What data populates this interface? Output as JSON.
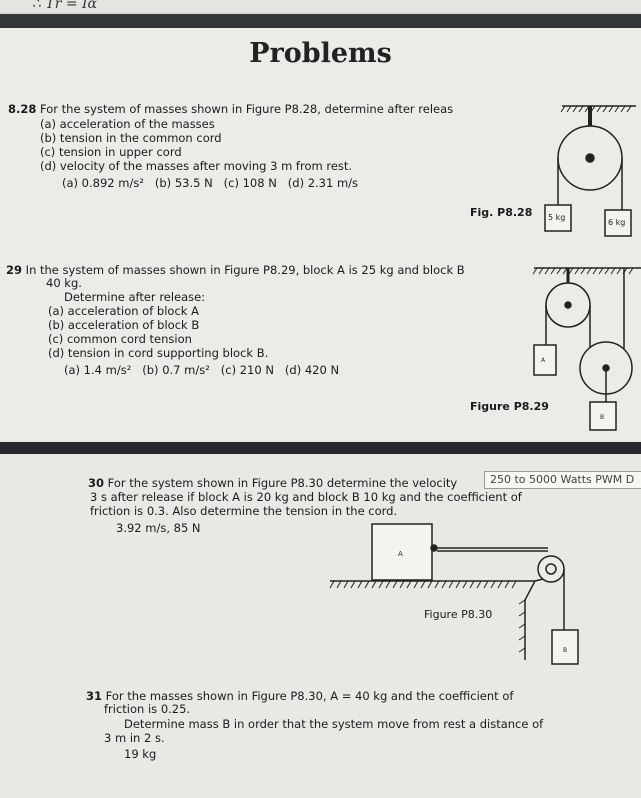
{
  "header": {
    "equation": "∴ Tr = Iα"
  },
  "page_title": "Problems",
  "p828": {
    "number": "8.28",
    "stem": "For the system of masses shown in Figure P8.28, determine after releas",
    "a": "(a) acceleration of the masses",
    "b": "(b) tension in the common cord",
    "c": "(c) tension in upper cord",
    "d": "(d) velocity of the masses after moving 3 m from rest.",
    "answers": "(a) 0.892 m/s²   (b) 53.5 N   (c) 108 N   (d) 2.31 m/s",
    "fig_label": "Fig. P8.28",
    "mass1": "5 kg",
    "mass2": "6 kg"
  },
  "p829": {
    "number": "29",
    "stem": "In the system of masses shown in Figure P8.29, block A is 25 kg and block B",
    "stem2": "40 kg.",
    "det": "Determine after release:",
    "a": "(a) acceleration of block A",
    "b": "(b) acceleration of block B",
    "c": "(c) common cord tension",
    "d": "(d) tension in cord supporting block B.",
    "answers": "(a) 1.4 m/s²   (b) 0.7 m/s²   (c) 210 N   (d) 420 N",
    "fig_label": "Figure P8.29",
    "block_a": "A",
    "block_b": "B"
  },
  "p830": {
    "number": "30",
    "line1": "For the system shown in Figure P8.30 determine the velocity",
    "line2": "3 s after release if block A is 20 kg and block B 10 kg and the coefficient of",
    "line3": "friction is 0.3. Also determine the tension in the cord.",
    "answer": "3.92 m/s, 85 N",
    "fig_label": "Figure P8.30",
    "block_a": "A",
    "block_b": "B"
  },
  "tooltip": "250 to 5000 Watts PWM D",
  "p831": {
    "number": "31",
    "line1": "For the masses shown in Figure P8.30, A = 40 kg and the coefficient of",
    "line2": "friction is 0.25.",
    "line3": "Determine mass B in order that the system move from rest a distance of",
    "line4": "3 m in 2 s.",
    "answer": "19 kg"
  }
}
